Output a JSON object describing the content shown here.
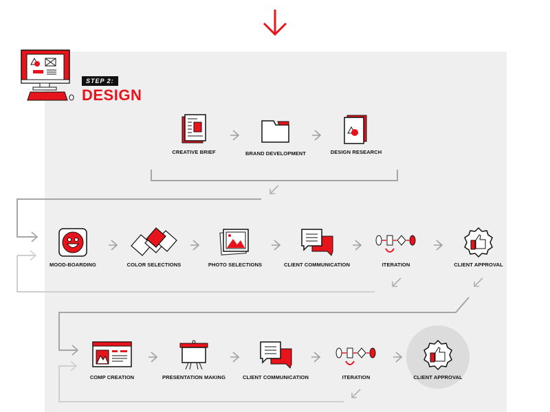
{
  "header": {
    "step_label": "STEP 2:",
    "title": "DESIGN"
  },
  "colors": {
    "accent": "#e8141c",
    "panel": "#efefef",
    "line": "#a6a6a6",
    "text": "#111111"
  },
  "rows": [
    [
      {
        "label": "Creative Brief",
        "icon": "document-icon"
      },
      {
        "label": "Brand Development",
        "icon": "folder-icon"
      },
      {
        "label": "Design Research",
        "icon": "book-icon"
      }
    ],
    [
      {
        "label": "Mood-Boarding",
        "icon": "smiley-icon"
      },
      {
        "label": "Color Selections",
        "icon": "swatches-icon"
      },
      {
        "label": "Photo Selections",
        "icon": "photos-icon"
      },
      {
        "label": "Client Communication",
        "icon": "chat-icon"
      },
      {
        "label": "Iteration",
        "icon": "iteration-icon"
      },
      {
        "label": "Client Approval",
        "icon": "thumbs-up-badge-icon"
      }
    ],
    [
      {
        "label": "Comp Creation",
        "icon": "browser-window-icon"
      },
      {
        "label": "Presentation Making",
        "icon": "easel-icon"
      },
      {
        "label": "Client Communication",
        "icon": "chat-icon"
      },
      {
        "label": "Iteration",
        "icon": "iteration-icon"
      },
      {
        "label": "Client Approval",
        "icon": "thumbs-up-badge-icon"
      }
    ]
  ]
}
